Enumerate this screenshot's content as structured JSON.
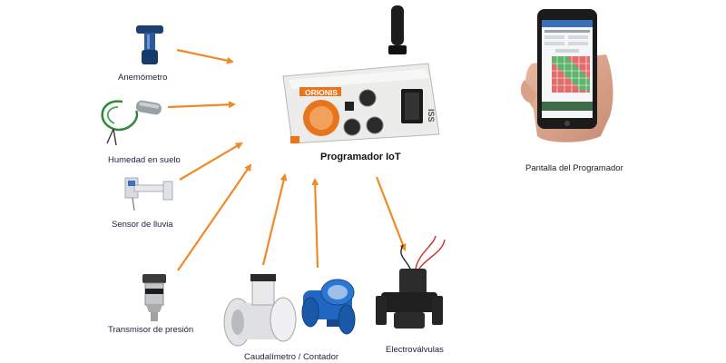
{
  "labels": {
    "anemometro": "Anemómetro",
    "humedad": "Humedad en suelo",
    "lluvia": "Sensor de lluvia",
    "presion": "Transmisor de presión",
    "caudalimetro": "Caudalímetro / Contador",
    "electrovalvulas": "Electroválvulas",
    "programador": "Programador IoT",
    "pantalla": "Pantalla del Programador"
  },
  "device": {
    "brand": "ORIONIS",
    "side_code": "ISS"
  },
  "colors": {
    "arrow": "#f08a24",
    "device_body": "#f2f2f0",
    "device_orange": "#e8741e",
    "phone_body": "#1b1b1b",
    "grid_green": "#5fb36a",
    "grid_red": "#e26b6b"
  }
}
